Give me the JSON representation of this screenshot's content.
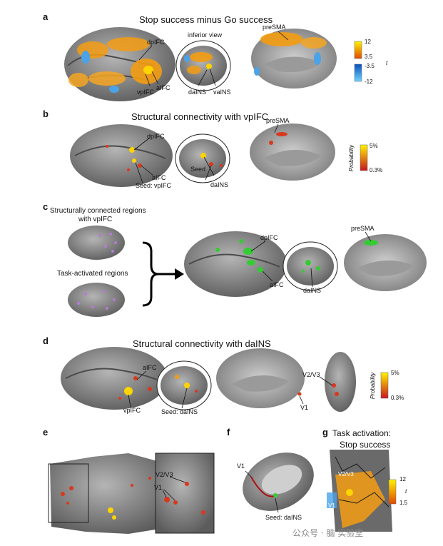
{
  "panels": {
    "a": {
      "letter": "a",
      "title": "Stop success minus Go success",
      "inset": "inferior view",
      "labels": {
        "dpifc": "dpIFC",
        "vpifc": "vpIFC",
        "aifc": "aIFC",
        "dains": "daINS",
        "vains": "vaINS",
        "presma": "preSMA"
      },
      "colorbar": {
        "max_pos": "12",
        "min_pos": "3.5",
        "max_neg": "-3.5",
        "min_neg": "-12",
        "unit": "t"
      }
    },
    "b": {
      "letter": "b",
      "title": "Structural connectivity with vpIFC",
      "labels": {
        "dpifc": "dpIFC",
        "aifc": "aIFC",
        "seed": "Seed: vpIFC",
        "seed2": "Seed",
        "dains": "daINS",
        "presma": "preSMA"
      },
      "colorbar": {
        "max": "5%",
        "min": "0.3%",
        "unit": "Probability"
      }
    },
    "c": {
      "letter": "c",
      "top": "Structurally connected regions",
      "top2": "with vpIFC",
      "bottom": "Task-activated regions",
      "labels": {
        "dpifc": "dpIFC",
        "aifc": "aIFC",
        "dains": "daINS",
        "presma": "preSMA"
      }
    },
    "d": {
      "letter": "d",
      "title": "Structural connectivity with daINS",
      "labels": {
        "aifc": "aIFC",
        "vpifc": "vpIFC",
        "seed": "Seed: daINS",
        "v23": "V2/V3",
        "v1": "V1"
      },
      "colorbar": {
        "max": "5%",
        "min": "0.3%",
        "unit": "Probability"
      }
    },
    "e": {
      "letter": "e",
      "labels": {
        "v23": "V2/V3",
        "v1": "V1"
      }
    },
    "f": {
      "letter": "f",
      "labels": {
        "v1": "V1",
        "seed": "Seed: daINS"
      }
    },
    "g": {
      "letter": "g",
      "title": "Task activation:",
      "title2": "Stop success",
      "labels": {
        "v23": "V2/V3",
        "v1": "V1"
      },
      "colorbar": {
        "max": "12",
        "min": "1.5",
        "unit": "t"
      }
    }
  },
  "watermark": "公众号 · 脑 实验室",
  "colors": {
    "activation": "#f39c12",
    "activation_hot": "#ffd400",
    "deactivation": "#4aa3e8",
    "connect_red": "#d9381e",
    "green": "#33cc33",
    "violet": "#b57bd6",
    "brain": "#8a8a8a"
  }
}
